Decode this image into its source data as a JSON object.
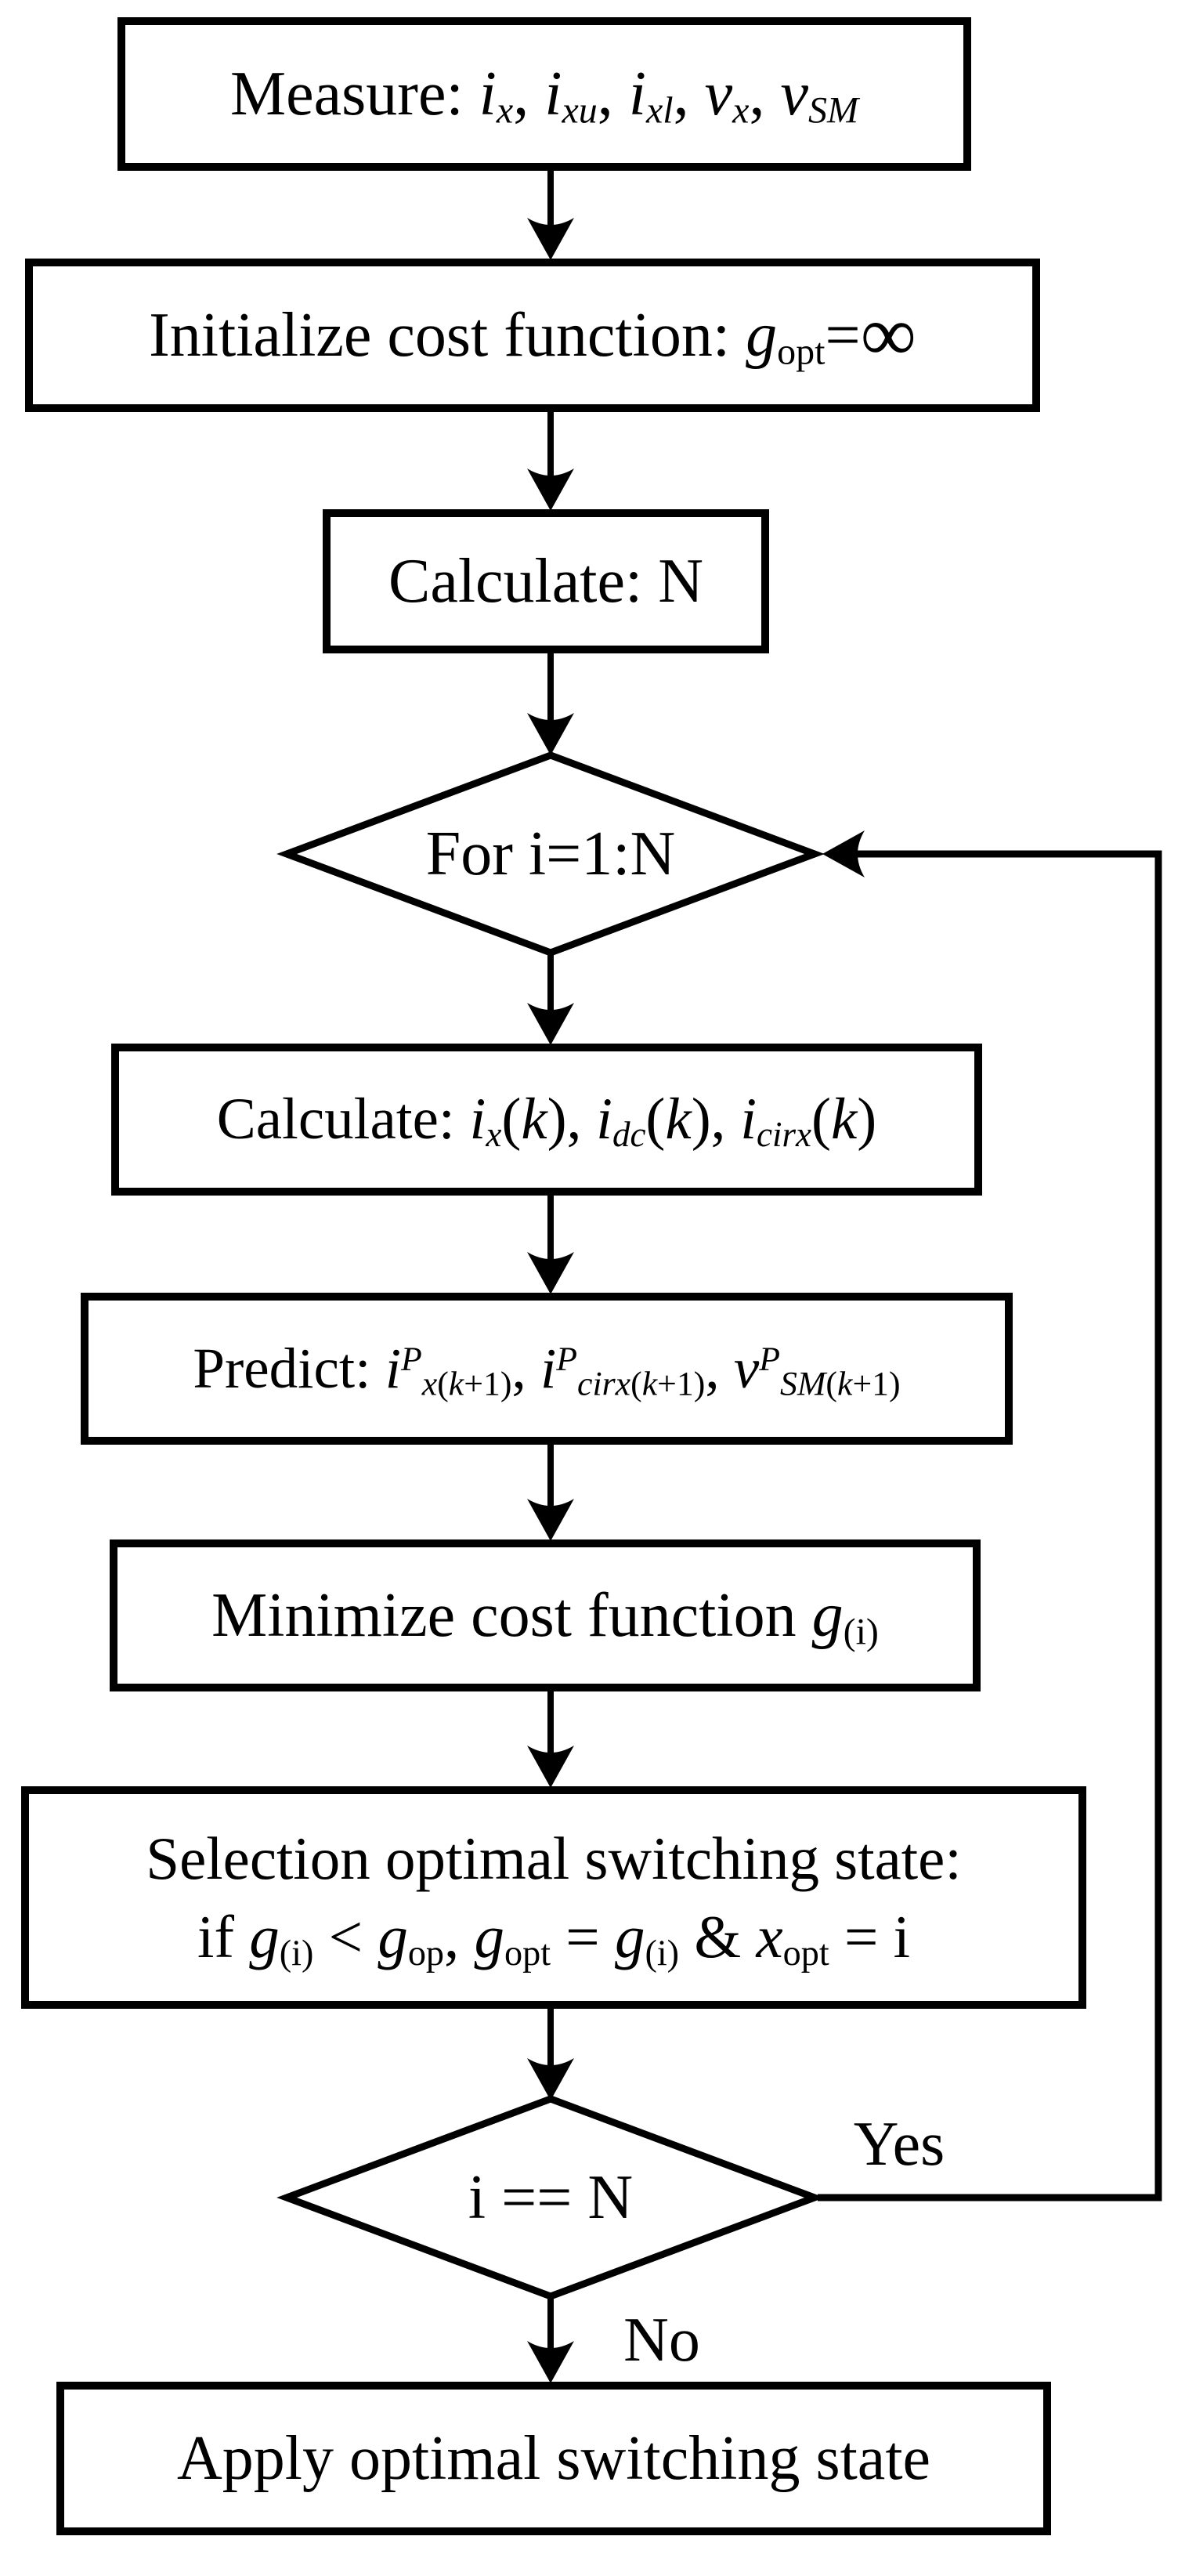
{
  "figure": {
    "type": "flowchart",
    "background_color": "#ffffff",
    "line_color": "#000000",
    "node_fill": "#ffffff"
  },
  "labels": {
    "yes": "Yes",
    "no": "No"
  },
  "nodes": {
    "measure": {
      "shape": "rect",
      "text": "Measure: ix, ixu, ixl, vx, vSM",
      "lines": [
        [
          {
            "t": "Measure: "
          },
          {
            "t": "i",
            "i": 1
          },
          {
            "t": "x",
            "i": 1,
            "sub": 1
          },
          {
            "t": ", "
          },
          {
            "t": "i",
            "i": 1
          },
          {
            "t": "xu",
            "i": 1,
            "sub": 1
          },
          {
            "t": ", "
          },
          {
            "t": "i",
            "i": 1
          },
          {
            "t": "xl",
            "i": 1,
            "sub": 1
          },
          {
            "t": ", "
          },
          {
            "t": "v",
            "i": 1
          },
          {
            "t": "x",
            "i": 1,
            "sub": 1
          },
          {
            "t": ", "
          },
          {
            "t": "v",
            "i": 1
          },
          {
            "t": "SM",
            "i": 1,
            "sub": 1
          }
        ]
      ]
    },
    "initialize": {
      "shape": "rect",
      "text": "Initialize cost function: gopt=∞",
      "lines": [
        [
          {
            "t": "Initialize cost function: "
          },
          {
            "t": "g",
            "i": 1
          },
          {
            "t": "opt",
            "sub": 1
          },
          {
            "t": "="
          },
          {
            "t": "∞",
            "big": 1
          }
        ]
      ]
    },
    "calculate_n": {
      "shape": "rect",
      "text": "Calculate: N",
      "lines": [
        [
          {
            "t": "Calculate: N"
          }
        ]
      ]
    },
    "for_loop": {
      "shape": "diamond",
      "text": "For i=1:N",
      "lines": [
        [
          {
            "t": "For i=1:N"
          }
        ]
      ]
    },
    "calculate_k": {
      "shape": "rect",
      "text": "Calculate: ix(k), idc(k), icirx(k)",
      "lines": [
        [
          {
            "t": "Calculate: "
          },
          {
            "t": "i",
            "i": 1
          },
          {
            "t": "x",
            "i": 1,
            "sub": 1
          },
          {
            "t": "("
          },
          {
            "t": "k",
            "i": 1
          },
          {
            "t": "), "
          },
          {
            "t": "i",
            "i": 1
          },
          {
            "t": "dc",
            "i": 1,
            "sub": 1
          },
          {
            "t": "("
          },
          {
            "t": "k",
            "i": 1
          },
          {
            "t": "), "
          },
          {
            "t": "i",
            "i": 1
          },
          {
            "t": "cirx",
            "i": 1,
            "sub": 1
          },
          {
            "t": "("
          },
          {
            "t": "k",
            "i": 1
          },
          {
            "t": ")"
          }
        ]
      ]
    },
    "predict": {
      "shape": "rect",
      "text": "Predict: iPx(k+1), iPcirx(k+1), vPSM(k+1)",
      "lines": [
        [
          {
            "t": "Predict: "
          },
          {
            "t": "i",
            "i": 1
          },
          {
            "t": "P",
            "i": 1,
            "sup": 1
          },
          {
            "t": "x",
            "i": 1,
            "sub": 1
          },
          {
            "t": "(",
            "sub": 1
          },
          {
            "t": "k",
            "i": 1,
            "sub": 1
          },
          {
            "t": "+1)",
            "sub": 1
          },
          {
            "t": ", "
          },
          {
            "t": "i",
            "i": 1
          },
          {
            "t": "P",
            "i": 1,
            "sup": 1
          },
          {
            "t": "cirx",
            "i": 1,
            "sub": 1
          },
          {
            "t": "(",
            "sub": 1
          },
          {
            "t": "k",
            "i": 1,
            "sub": 1
          },
          {
            "t": "+1)",
            "sub": 1
          },
          {
            "t": ", "
          },
          {
            "t": "v",
            "i": 1
          },
          {
            "t": "P",
            "i": 1,
            "sup": 1
          },
          {
            "t": "SM",
            "i": 1,
            "sub": 1
          },
          {
            "t": "(",
            "sub": 1
          },
          {
            "t": "k",
            "i": 1,
            "sub": 1
          },
          {
            "t": "+1)",
            "sub": 1
          }
        ]
      ]
    },
    "minimize": {
      "shape": "rect",
      "text": "Minimize cost function g(i)",
      "lines": [
        [
          {
            "t": "Minimize cost function "
          },
          {
            "t": "g",
            "i": 1
          },
          {
            "t": "(i)",
            "sub": 1
          }
        ]
      ]
    },
    "selection": {
      "shape": "rect",
      "text": "Selection optimal switching state: if g(i) < gop, gopt = g(i) & xopt = i",
      "lines": [
        [
          {
            "t": "Selection optimal switching state:"
          }
        ],
        [
          {
            "t": "if "
          },
          {
            "t": "g",
            "i": 1
          },
          {
            "t": "(i)",
            "sub": 1
          },
          {
            "t": " < "
          },
          {
            "t": "g",
            "i": 1
          },
          {
            "t": "op",
            "sub": 1
          },
          {
            "t": ", "
          },
          {
            "t": "g",
            "i": 1
          },
          {
            "t": "opt",
            "sub": 1
          },
          {
            "t": " = "
          },
          {
            "t": "g",
            "i": 1
          },
          {
            "t": "(i)",
            "sub": 1
          },
          {
            "t": " & "
          },
          {
            "t": "x",
            "i": 1
          },
          {
            "t": "opt",
            "sub": 1
          },
          {
            "t": " = i"
          }
        ]
      ]
    },
    "i_equals_n": {
      "shape": "diamond",
      "text": "i == N",
      "lines": [
        [
          {
            "t": "i == N"
          }
        ]
      ]
    },
    "apply": {
      "shape": "rect",
      "text": "Apply optimal switching state",
      "lines": [
        [
          {
            "t": "Apply optimal switching state"
          }
        ]
      ]
    }
  },
  "edges": [
    {
      "from": "measure",
      "to": "initialize",
      "label": ""
    },
    {
      "from": "initialize",
      "to": "calculate_n",
      "label": ""
    },
    {
      "from": "calculate_n",
      "to": "for_loop",
      "label": ""
    },
    {
      "from": "for_loop",
      "to": "calculate_k",
      "label": ""
    },
    {
      "from": "calculate_k",
      "to": "predict",
      "label": ""
    },
    {
      "from": "predict",
      "to": "minimize",
      "label": ""
    },
    {
      "from": "minimize",
      "to": "selection",
      "label": ""
    },
    {
      "from": "selection",
      "to": "i_equals_n",
      "label": ""
    },
    {
      "from": "i_equals_n",
      "to": "for_loop",
      "label": "Yes"
    },
    {
      "from": "i_equals_n",
      "to": "apply",
      "label": "No"
    }
  ]
}
